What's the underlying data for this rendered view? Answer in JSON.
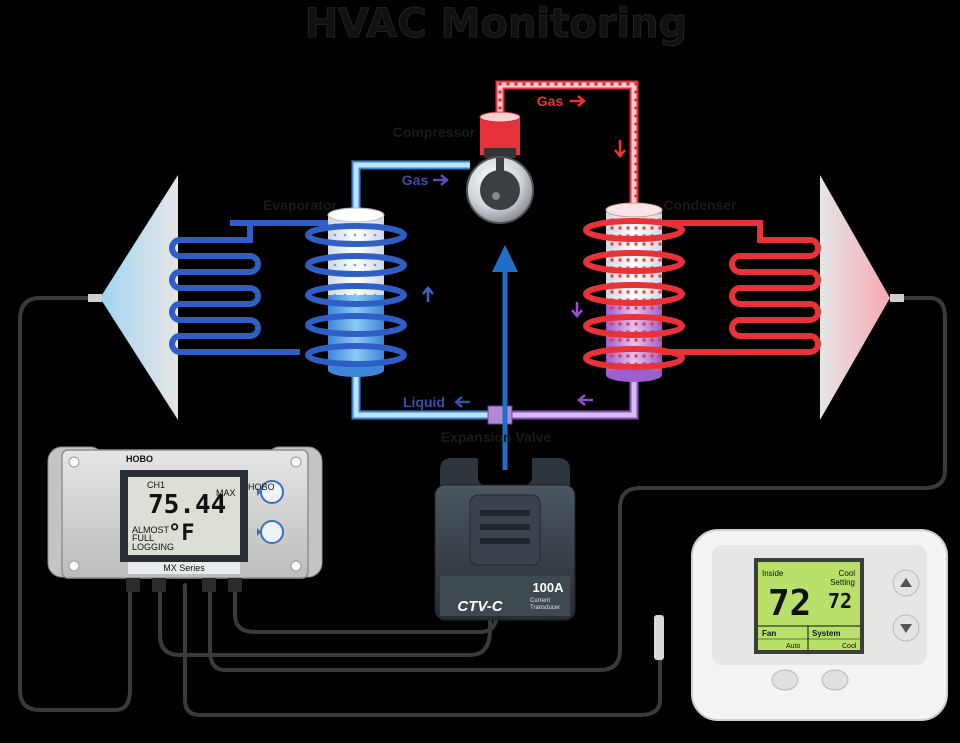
{
  "title": "HVAC Monitoring",
  "labels": {
    "compressor": "Compressor",
    "evaporator": "Evaporator",
    "condenser": "Condenser",
    "expansion_valve": "Expansion Valve",
    "gas_left": "Gas",
    "gas_top": "Gas",
    "liquid": "Liquid"
  },
  "logger": {
    "brand": "HOBO",
    "model": "MX Series",
    "lcd_top": "CH1",
    "lcd_reading": "75.44",
    "lcd_unit_small": "MAX",
    "lcd_unit": "°F",
    "lcd_side_1": "ALMOST",
    "lcd_side_2": "FULL",
    "lcd_side_3": "LOGGING",
    "badge": "HOBO"
  },
  "ctv": {
    "rating": "100A",
    "name": "CTV-C",
    "line1": "Current",
    "line2": "Transducer"
  },
  "thermostat": {
    "inside_label": "Inside",
    "inside_temp": "72",
    "setting_label_1": "Cool",
    "setting_label_2": "Setting",
    "setting_temp": "72",
    "fan_label": "Fan",
    "fan_value": "Auto",
    "system_label": "System",
    "system_value": "Cool"
  },
  "colors": {
    "cold": "#2f5fc6",
    "hot": "#e8323a",
    "valve": "#8a4fc0",
    "flow_arrow": "#1f6fc8",
    "lcd_green": "#b8e06a"
  }
}
